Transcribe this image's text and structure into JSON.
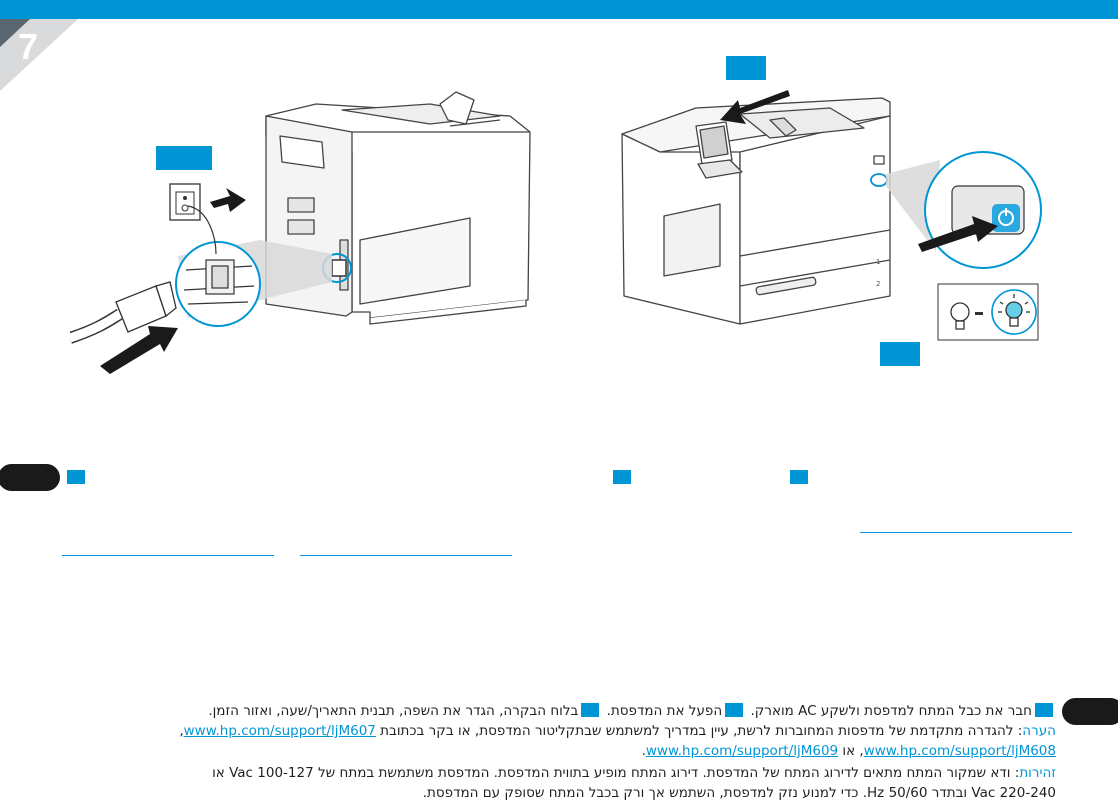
{
  "colors": {
    "brand": "#0096d6",
    "badge": "#1a1a1a",
    "text": "#231f20"
  },
  "step_number": "7",
  "callouts": {
    "c1": "",
    "c2": "",
    "c3": "",
    "c4": ""
  },
  "language_badges": {
    "upper": "",
    "lower": ""
  },
  "instructions": {
    "line1": {
      "part1": "חבר את כבל המתח למדפסת ולשקע AC מוארק.",
      "part2": "הפעל את המדפסת.",
      "part3": "בלוח הבקרה, הגדר את השפה, תבנית התאריך/שעה, ואזור הזמן."
    },
    "line2": {
      "label": "הערה",
      "text": ": להגדרה מתקדמת של מדפסות המחוברות לרשת, עיין במדריך למשתמש שבתקליטור המדפסת, או בקר בכתובת ",
      "link1": "www.hp.com/support/ljM607",
      "sep": ","
    },
    "line3": {
      "link2": "www.hp.com/support/ljM608",
      "or": ", או ",
      "link3": "www.hp.com/support/ljM609",
      "end": "."
    },
    "line4": {
      "label": "זהירות",
      "text": ": ודא שמקור המתח מתאים לדירוג המתח של המדפסת. דירוג המתח מופיע בתווית המדפסת. המדפסת משתמשת במתח של 100-127 Vac או"
    },
    "line5": {
      "text": "220-240 Vac ובתדר 50/60 Hz. כדי למנוע נזק למדפסת, השתמש אך ורק בכבל המתח שסופק עם המדפסת."
    }
  }
}
